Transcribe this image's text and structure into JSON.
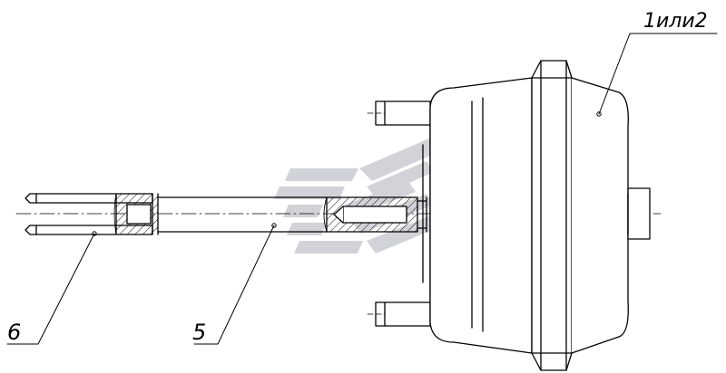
{
  "callouts": [
    {
      "id": "assembly",
      "text": "1или2"
    },
    {
      "id": "rod",
      "text": "5"
    },
    {
      "id": "fork",
      "text": "6"
    }
  ],
  "colors": {
    "line": "#000000",
    "hatch": "#000000",
    "watermark": "#c9ccd2",
    "background": "#ffffff"
  }
}
